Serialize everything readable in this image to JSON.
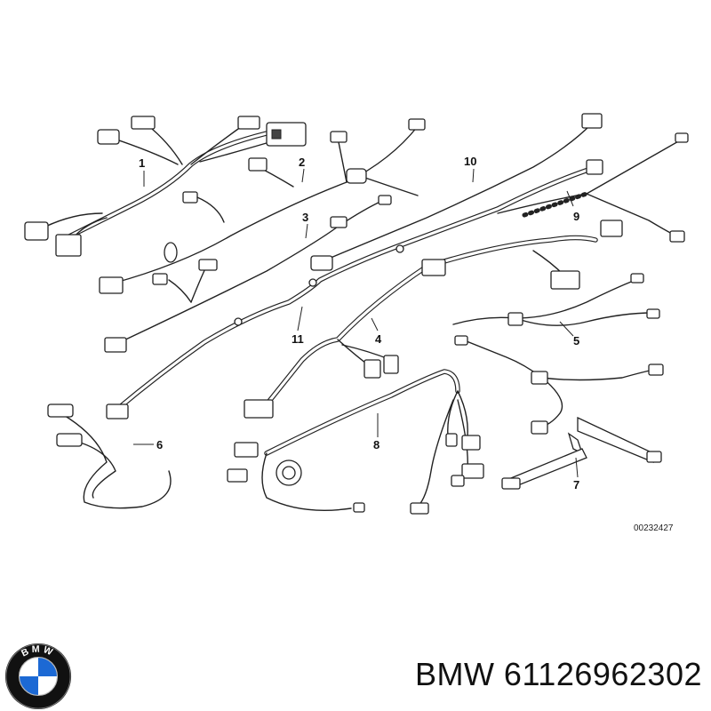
{
  "diagram": {
    "callouts": {
      "c1": "1",
      "c2": "2",
      "c3": "3",
      "c4": "4",
      "c5": "5",
      "c6": "6",
      "c7": "7",
      "c8": "8",
      "c9": "9",
      "c10": "10",
      "c11": "11"
    },
    "reference_number": "00232427"
  },
  "brand": {
    "logo_text": "BMW",
    "logo_colors": {
      "ring": "#111111",
      "blue": "#1c69d4",
      "white": "#ffffff"
    }
  },
  "caption": {
    "text": "BMW 61126962302"
  }
}
